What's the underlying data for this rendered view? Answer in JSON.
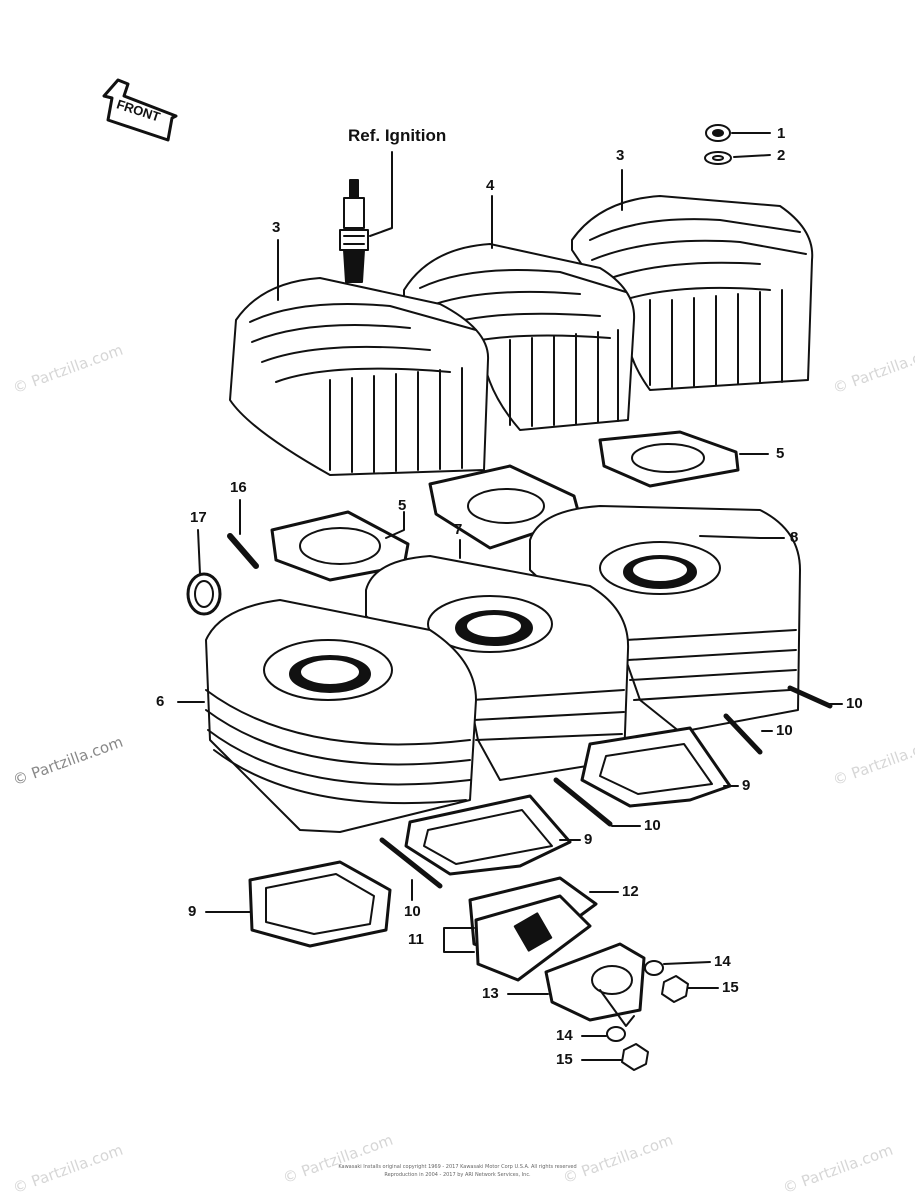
{
  "diagram": {
    "front_label": "FRONT",
    "ref_label": "Ref. Ignition",
    "callouts": [
      {
        "id": "c1",
        "text": "1"
      },
      {
        "id": "c2",
        "text": "2"
      },
      {
        "id": "c3a",
        "text": "3"
      },
      {
        "id": "c3b",
        "text": "3"
      },
      {
        "id": "c4",
        "text": "4"
      },
      {
        "id": "c5a",
        "text": "5"
      },
      {
        "id": "c5b",
        "text": "5"
      },
      {
        "id": "c6",
        "text": "6"
      },
      {
        "id": "c7",
        "text": "7"
      },
      {
        "id": "c8",
        "text": "8"
      },
      {
        "id": "c9a",
        "text": "9"
      },
      {
        "id": "c9b",
        "text": "9"
      },
      {
        "id": "c9c",
        "text": "9"
      },
      {
        "id": "c10a",
        "text": "10"
      },
      {
        "id": "c10b",
        "text": "10"
      },
      {
        "id": "c10c",
        "text": "10"
      },
      {
        "id": "c10d",
        "text": "10"
      },
      {
        "id": "c11",
        "text": "11"
      },
      {
        "id": "c12",
        "text": "12"
      },
      {
        "id": "c13",
        "text": "13"
      },
      {
        "id": "c14a",
        "text": "14"
      },
      {
        "id": "c14b",
        "text": "14"
      },
      {
        "id": "c15a",
        "text": "15"
      },
      {
        "id": "c15b",
        "text": "15"
      },
      {
        "id": "c16",
        "text": "16"
      },
      {
        "id": "c17",
        "text": "17"
      }
    ]
  },
  "watermarks": [
    "© Partzilla.com",
    "© Partzilla.com",
    "© Partzilla.com",
    "© Partzilla.com",
    "© Partzilla.com",
    "© Partzilla.com",
    "© Partzilla.com",
    "© Partzilla.com"
  ],
  "copyright": {
    "line1": "Kawasaki Installs original copyright 1969 - 2017 Kawasaki Motor Corp U.S.A. All rights reserved",
    "line2": "Reproduction in 2004 - 2017 by ARI Network Services, Inc."
  },
  "colors": {
    "ink": "#111111",
    "watermark": "#d6d6d6",
    "paper": "#ffffff"
  }
}
